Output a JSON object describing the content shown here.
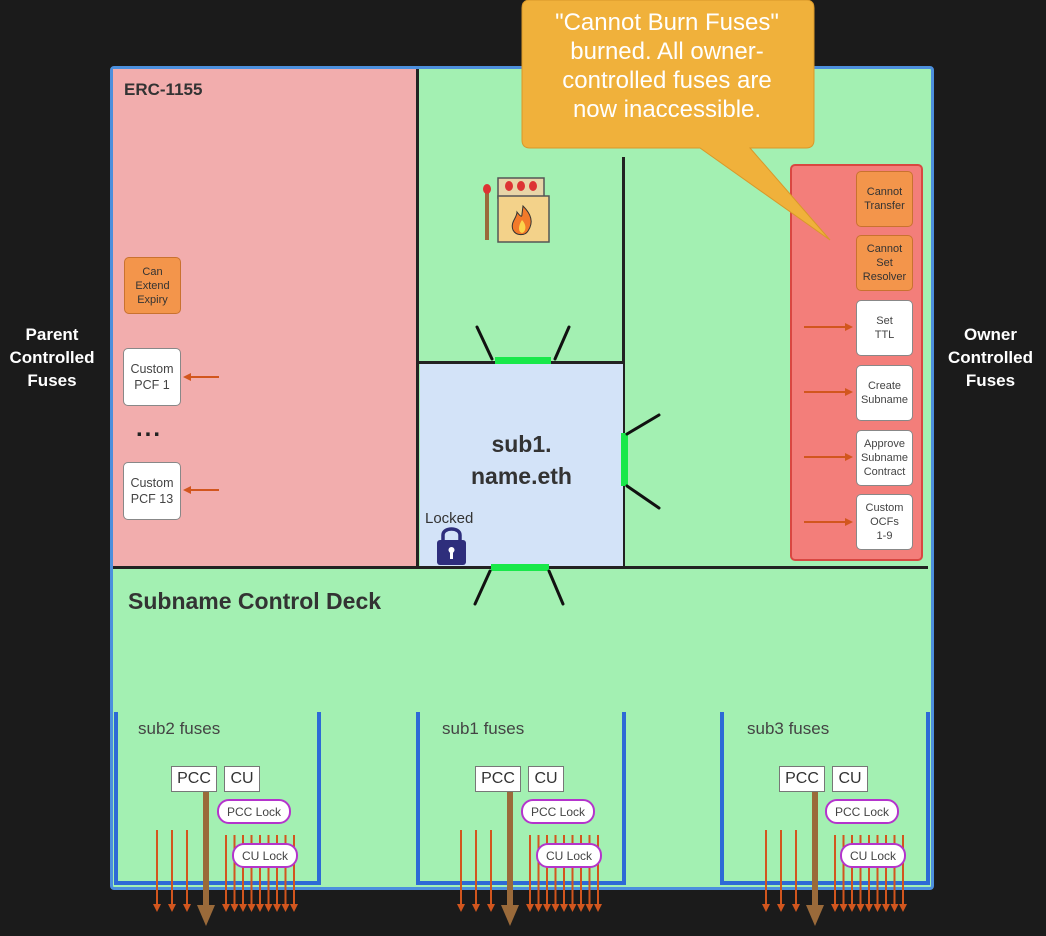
{
  "side_labels": {
    "parent": "Parent\nControlled\nFuses",
    "owner": "Owner\nControlled\nFuses"
  },
  "erc": {
    "title": "ERC-1155",
    "can_extend_expiry": "Can\nExtend\nExpiry",
    "custom_pcf_1": "Custom\nPCF 1",
    "ellipsis": "...",
    "custom_pcf_13": "Custom\nPCF 13"
  },
  "center": {
    "name": "sub1.\nname.eth",
    "locked": "Locked"
  },
  "callout": "\"Cannot Burn Fuses\"\nburned. All owner-\ncontrolled fuses are\nnow inaccessible.",
  "ocf": {
    "cannot_transfer": "Cannot\nTransfer",
    "cannot_set_resolver": "Cannot\nSet\nResolver",
    "set_ttl": "Set\nTTL",
    "create_subname": "Create\nSubname",
    "approve_subname_contract": "Approve\nSubname\nContract",
    "custom_ocfs": "Custom\nOCFs\n1-9"
  },
  "deck": {
    "title": "Subname Control Deck",
    "groups": [
      {
        "label": "sub2 fuses",
        "pcc": "PCC",
        "cu": "CU",
        "pcc_lock": "PCC Lock",
        "cu_lock": "CU Lock"
      },
      {
        "label": "sub1 fuses",
        "pcc": "PCC",
        "cu": "CU",
        "pcc_lock": "PCC Lock",
        "cu_lock": "CU Lock"
      },
      {
        "label": "sub3 fuses",
        "pcc": "PCC",
        "cu": "CU",
        "pcc_lock": "PCC Lock",
        "cu_lock": "CU Lock"
      }
    ]
  },
  "colors": {
    "background": "#1b1b1b",
    "deck_green": "#a3f0b2",
    "erc_pink": "#f2adad",
    "callout_orange": "#f0b13b",
    "fuse_orange": "#f3954b",
    "arrow_orange": "#d2561e",
    "lock_purple": "#b434cc",
    "border_blue": "#4c8fdd",
    "highlight_green": "#18e84a"
  }
}
